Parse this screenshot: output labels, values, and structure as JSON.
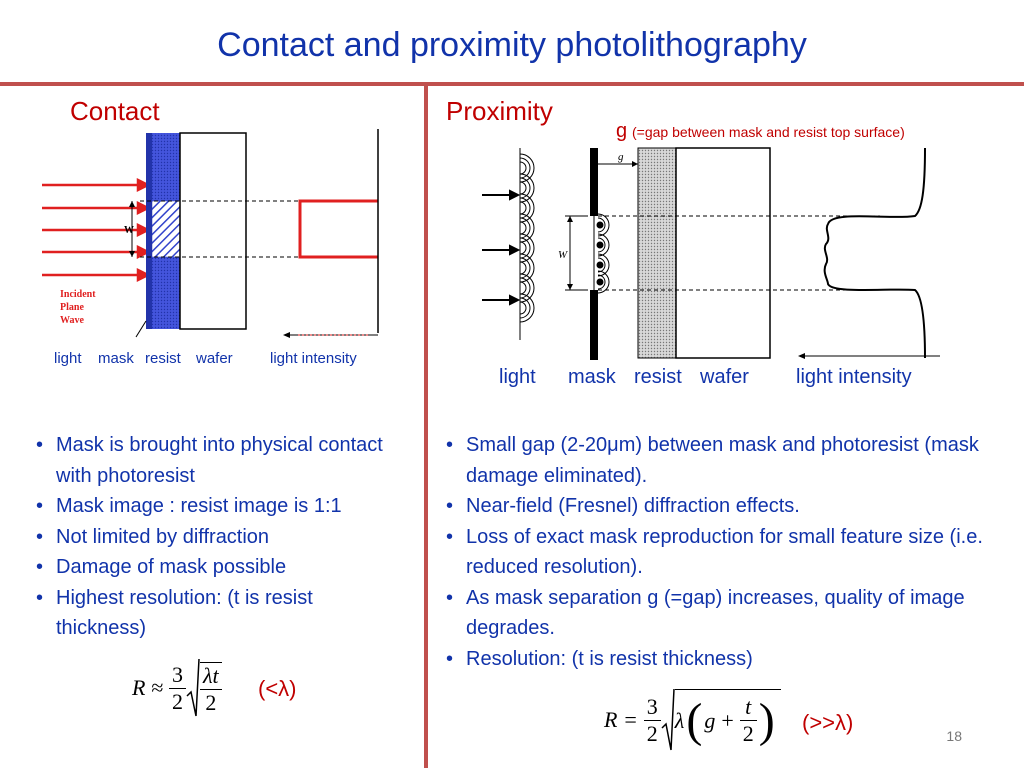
{
  "title": "Contact and proximity photolithography",
  "contact": {
    "heading": "Contact",
    "caption_light": "light",
    "caption_mask": "mask",
    "caption_resist": "resist",
    "caption_wafer": "wafer",
    "caption_intensity": "light intensity",
    "diagram": {
      "w_label": "W",
      "incident_1": "Incident",
      "incident_2": "Plane",
      "incident_3": "Wave"
    },
    "bullets": [
      "Mask is brought into physical contact with photoresist",
      "Mask image : resist image is 1:1",
      "Not limited by diffraction",
      "Damage of mask possible",
      "Highest resolution: (t is resist thickness)"
    ],
    "equation": {
      "lhs": "R ≈",
      "num": "3",
      "den": "2",
      "rad_num": "λt",
      "rad_den": "2",
      "note": "(<λ)"
    }
  },
  "proximity": {
    "heading": "Proximity",
    "g_symbol": "g",
    "g_note": "(=gap between mask and resist top surface)",
    "caption_light": "light",
    "caption_mask": "mask",
    "caption_resist": "resist",
    "caption_wafer": "wafer",
    "caption_intensity": "light intensity",
    "diagram": {
      "w_label": "W",
      "g_label": "g"
    },
    "bullets": [
      "Small gap (2-20μm) between mask and photoresist (mask damage eliminated).",
      "Near-field (Fresnel) diffraction effects.",
      "Loss of exact mask reproduction for small feature size (i.e. reduced resolution).",
      "As mask separation g (=gap) increases, quality of image degrades.",
      "Resolution:  (t is resist thickness)"
    ],
    "equation": {
      "lhs": "R =",
      "num": "3",
      "den": "2",
      "lambda": "λ",
      "g": "g",
      "plus": "+",
      "t_num": "t",
      "t_den": "2",
      "note": "(>>λ)"
    }
  },
  "page_number": "18",
  "colors": {
    "title_blue": "#1133aa",
    "heading_red": "#c00000",
    "rule_red": "#c0504d"
  }
}
